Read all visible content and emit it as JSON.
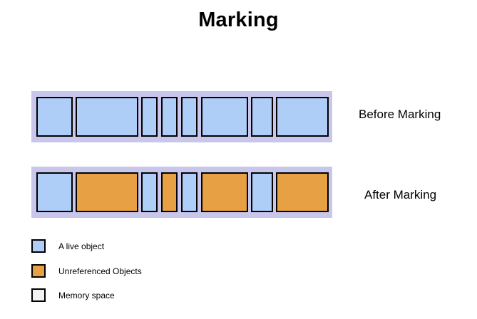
{
  "title": "Marking",
  "colors": {
    "alive": "#aecdf7",
    "unreferenced": "#e8a044",
    "memory": "#f2f2f2",
    "track": "#c9c6ec",
    "border": "#000000"
  },
  "rows": [
    {
      "label": "Before Marking",
      "cells": [
        "alive",
        "alive",
        "alive",
        "alive",
        "alive",
        "alive",
        "alive",
        "alive",
        "alive"
      ]
    },
    {
      "label": "After Marking",
      "cells": [
        "alive",
        "unreferenced",
        "alive",
        "unreferenced",
        "alive",
        "unreferenced",
        "alive",
        "unreferenced",
        "alive"
      ]
    }
  ],
  "legend": [
    {
      "label": "A live object",
      "kind": "alive"
    },
    {
      "label": "Unreferenced Objects",
      "kind": "unreferenced"
    },
    {
      "label": "Memory space",
      "kind": "memory"
    }
  ]
}
